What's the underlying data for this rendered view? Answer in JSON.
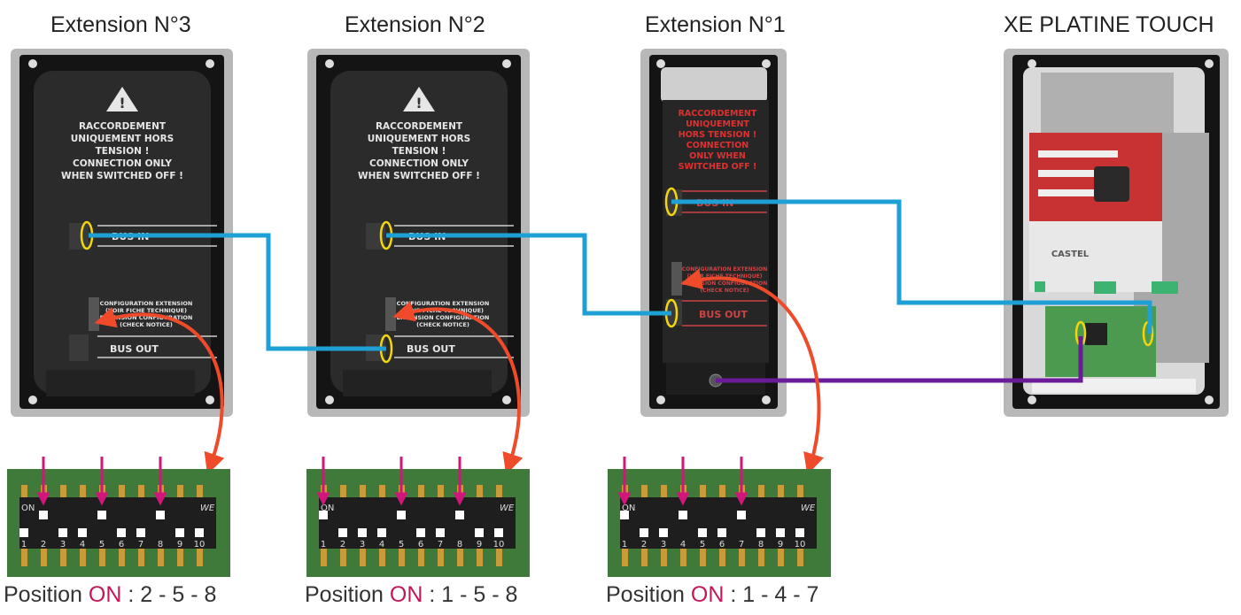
{
  "titles": {
    "ext3": "Extension N°3",
    "ext2": "Extension N°2",
    "ext1": "Extension N°1",
    "platine": "XE PLATINE TOUCH"
  },
  "panel_text": {
    "warning_lines": [
      "RACCORDEMENT",
      "UNIQUEMENT HORS",
      "TENSION !",
      "CONNECTION ONLY",
      "WHEN SWITCHED OFF !"
    ],
    "warning_lines_ext1": [
      "RACCORDEMENT",
      "UNIQUEMENT",
      "HORS TENSION !",
      "CONNECTION",
      "ONLY WHEN",
      "SWITCHED OFF !"
    ],
    "bus_in": "BUS IN",
    "bus_out": "BUS OUT",
    "config_lines": [
      "CONFIGURATION EXTENSION",
      "(VOIR FICHE TECHNIQUE)",
      "EXTENSION CONFIGURATION",
      "(CHECK NOTICE)"
    ],
    "brand": "CASTEL"
  },
  "dip": {
    "on_label": "ON",
    "brand_mark": "WE",
    "numbers": [
      "1",
      "2",
      "3",
      "4",
      "5",
      "6",
      "7",
      "8",
      "9",
      "10"
    ],
    "switches": [
      {
        "name": "ext3",
        "on": [
          2,
          5,
          8
        ]
      },
      {
        "name": "ext2",
        "on": [
          1,
          5,
          8
        ]
      },
      {
        "name": "ext1",
        "on": [
          1,
          4,
          7
        ]
      }
    ]
  },
  "captions": [
    {
      "prefix": "Position ",
      "on": "ON",
      "suffix": " : 2 - 5 - 8"
    },
    {
      "prefix": "Position ",
      "on": "ON",
      "suffix": " : 1 - 5 - 8"
    },
    {
      "prefix": "Position ",
      "on": "ON",
      "suffix": " : 1 - 4 - 7"
    }
  ],
  "colors": {
    "bus_wire": "#1ea0d6",
    "purple_wire": "#6a1b9a",
    "arrow": "#ef4a2a",
    "pin_arrow": "#d0167a",
    "highlight": "#f2d60c",
    "warning_text": "#e03030",
    "pcb": "#3f7a3a"
  }
}
